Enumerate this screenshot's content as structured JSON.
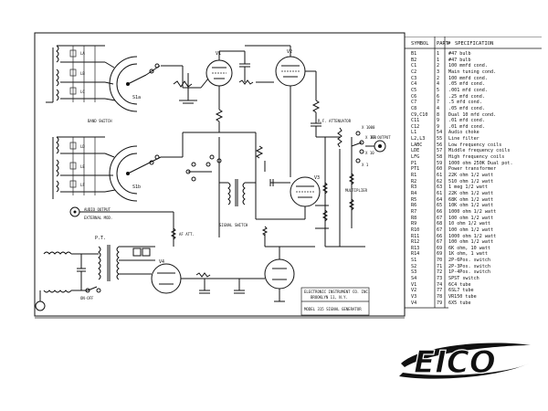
{
  "schematic": {
    "labels": {
      "band_switch": "BAND SWITCH",
      "s1a": "S1a",
      "s1b": "S1b",
      "rf_attenuator": "R.F. ATTENUATOR",
      "multiplier": "MULTIPLIER",
      "rf_output": "RF OUTPUT",
      "audio_output": "AUDIO OUTPUT",
      "external_mod": "EXTERNAL MOD.",
      "signal_switch": "SIGNAL SWITCH",
      "af_att": "AF ATT.",
      "on_off": "ON-OFF",
      "pt": "P.T.",
      "x1000": "X 1000",
      "x100": "X 100",
      "x10": "X 10",
      "x1": "X 1",
      "v1": "V1",
      "v2": "V2",
      "v3": "V3",
      "v4": "V4"
    },
    "title_block": {
      "company": "ELECTRONIC INSTRUMENT CO. INC.",
      "address": "BROOKLYN 11, N.Y.",
      "model": "MODEL 315 SIGNAL GENERATOR"
    }
  },
  "parts_table": {
    "headers": {
      "symbol": "SYMBOL",
      "part": "PART",
      "number": "#",
      "spec": "SPECIFICATION"
    },
    "rows": [
      {
        "symbol": "B1",
        "part": "1",
        "spec": "#47 bulb"
      },
      {
        "symbol": "B2",
        "part": "1",
        "spec": "#47 bulb"
      },
      {
        "symbol": "C1",
        "part": "2",
        "spec": "100 mmfd cond."
      },
      {
        "symbol": "C2",
        "part": "3",
        "spec": "Main tuning cond."
      },
      {
        "symbol": "C3",
        "part": "2",
        "spec": "100 mmfd cond."
      },
      {
        "symbol": "C4",
        "part": "4",
        "spec": ".05 mfd cond."
      },
      {
        "symbol": "C5",
        "part": "5",
        "spec": ".001 mfd cond."
      },
      {
        "symbol": "C6",
        "part": "6",
        "spec": ".25 mfd cond."
      },
      {
        "symbol": "C7",
        "part": "7",
        "spec": ".5 mfd cond."
      },
      {
        "symbol": "C8",
        "part": "4",
        "spec": ".05 mfd cond."
      },
      {
        "symbol": "C9,C10",
        "part": "8",
        "spec": "Dual 10 mfd cond."
      },
      {
        "symbol": "C11",
        "part": "9",
        "spec": ".01 mfd cond."
      },
      {
        "symbol": "C12",
        "part": "9",
        "spec": ".01 mfd cond."
      },
      {
        "symbol": "L1",
        "part": "54",
        "spec": "Audio choke"
      },
      {
        "symbol": "L2,L3",
        "part": "55",
        "spec": "Line filter"
      },
      {
        "symbol": "LABC",
        "part": "56",
        "spec": "Low frequency coils"
      },
      {
        "symbol": "LDE",
        "part": "57",
        "spec": "Middle frequency coils"
      },
      {
        "symbol": "LFG",
        "part": "58",
        "spec": "High frequency coils"
      },
      {
        "symbol": "P1",
        "part": "59",
        "spec": "1000 ohm 250K Dual pot."
      },
      {
        "symbol": "PT1",
        "part": "60",
        "spec": "Power transformer"
      },
      {
        "symbol": "R1",
        "part": "61",
        "spec": "22K ohm 1/2 watt"
      },
      {
        "symbol": "R2",
        "part": "62",
        "spec": "510 ohm 1/2 watt"
      },
      {
        "symbol": "R3",
        "part": "63",
        "spec": "1 meg 1/2 watt"
      },
      {
        "symbol": "R4",
        "part": "61",
        "spec": "22K ohm 1/2 watt"
      },
      {
        "symbol": "R5",
        "part": "64",
        "spec": "68K ohm 1/2 watt"
      },
      {
        "symbol": "R6",
        "part": "65",
        "spec": "10K ohm 1/2 watt"
      },
      {
        "symbol": "R7",
        "part": "66",
        "spec": "1000 ohm 1/2 watt"
      },
      {
        "symbol": "R8",
        "part": "67",
        "spec": "100 ohm 1/2 watt"
      },
      {
        "symbol": "R9",
        "part": "68",
        "spec": "10 ohm 1/2 watt"
      },
      {
        "symbol": "R10",
        "part": "67",
        "spec": "100 ohm 1/2 watt"
      },
      {
        "symbol": "R11",
        "part": "66",
        "spec": "1000 ohm 1/2 watt"
      },
      {
        "symbol": "R12",
        "part": "67",
        "spec": "100 ohm 1/2 watt"
      },
      {
        "symbol": "R13",
        "part": "69",
        "spec": "6K ohm, 10 watt"
      },
      {
        "symbol": "R14",
        "part": "69",
        "spec": "1K ohm, 1 watt"
      },
      {
        "symbol": "S1",
        "part": "70",
        "spec": "2P-6Pos. switch"
      },
      {
        "symbol": "S2",
        "part": "71",
        "spec": "2P-3Pos. switch"
      },
      {
        "symbol": "S3",
        "part": "72",
        "spec": "1P-4Pos. switch"
      },
      {
        "symbol": "S4",
        "part": "73",
        "spec": "SPST switch"
      },
      {
        "symbol": "V1",
        "part": "74",
        "spec": "6C4 tube"
      },
      {
        "symbol": "V2",
        "part": "77",
        "spec": "6SL7 tube"
      },
      {
        "symbol": "V3",
        "part": "78",
        "spec": "VR150 tube"
      },
      {
        "symbol": "V4",
        "part": "79",
        "spec": "6X5 tube"
      }
    ]
  },
  "logo": {
    "text": "EICO"
  }
}
